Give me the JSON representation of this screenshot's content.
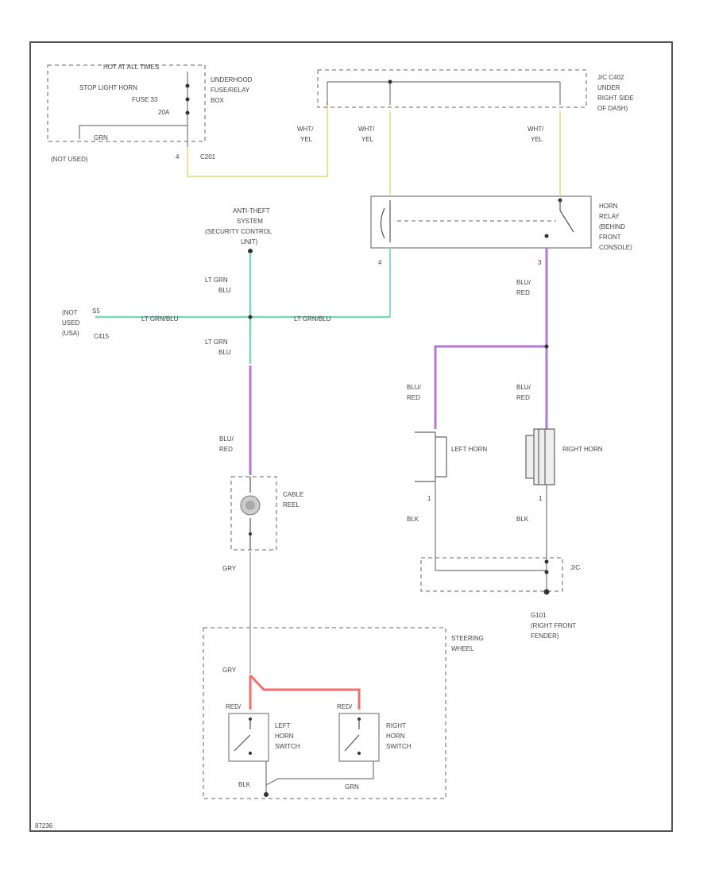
{
  "labels": {
    "hot_at_all_times": "HOT AT ALL TIMES",
    "stop_light_horn_1": "STOP LIGHT HORN",
    "stop_light_horn_2": "FUSE 33",
    "fuse_amp": "20A",
    "underhood_1": "UNDERHOOD",
    "underhood_2": "FUSE/RELAY",
    "underhood_3": "BOX",
    "grn_wire": "GRN",
    "not_used_top": "(NOT USED)",
    "c201": "C201",
    "jc_1": "J/C C402",
    "jc_2": "UNDER",
    "jc_3": "RIGHT SIDE",
    "jc_4": "OF DASH)",
    "wht_yel_1a": "WHT/",
    "wht_yel_1b": "YEL",
    "wht_yel_2a": "WHT/",
    "wht_yel_2b": "YEL",
    "wht_yel_3a": "WHT/",
    "wht_yel_3b": "YEL",
    "horn_relay_1": "HORN",
    "horn_relay_2": "RELAY",
    "horn_relay_3": "(BEHIND",
    "horn_relay_4": "FRONT",
    "horn_relay_5": "CONSOLE)",
    "anti_theft_1": "ANTI-THEFT",
    "anti_theft_2": "SYSTEM",
    "anti_theft_3": "(SECURITY CONTROL",
    "anti_theft_4": "UNIT)",
    "lt_grn_blu_a1": "LT GRN",
    "lt_grn_blu_a2": "BLU",
    "lt_grn_blu_b1": "LT GRN",
    "lt_grn_blu_b2": "BLU",
    "lt_grn_blu_h1": "LT GRN/BLU",
    "lt_grn_blu_h2": "LT GRN/BLU",
    "not_used_left_1": "(NOT",
    "not_used_left_2": "USED",
    "not_used_left_3": "(USA)",
    "c415": "C415",
    "term_s5": "S5",
    "relay_pin_4": "4",
    "relay_pin_3": "3",
    "blu_red_relay_1": "BLU/",
    "blu_red_relay_2": "RED",
    "blu_red_left_1": "BLU/",
    "blu_red_left_2": "RED",
    "blu_red_right_1": "BLU/",
    "blu_red_right_2": "RED",
    "left_horn": "LEFT HORN",
    "right_horn": "RIGHT HORN",
    "pin_1_left": "1",
    "pin_1_right": "1",
    "blk_left": "BLK",
    "blk_right": "BLK",
    "jc_small": "J/C",
    "g101_1": "G101",
    "g101_2": "(RIGHT FRONT",
    "g101_3": "FENDER)",
    "blu_red_cable_1": "BLU/",
    "blu_red_cable_2": "RED",
    "cable_reel_1": "CABLE",
    "cable_reel_2": "REEL",
    "gry_1": "GRY",
    "gry_2": "GRY",
    "steering_1": "STEERING",
    "steering_2": "WHEEL",
    "left_switch_1": "LEFT",
    "left_switch_2": "HORN",
    "left_switch_3": "SWITCH",
    "right_switch_1": "RIGHT",
    "right_switch_2": "HORN",
    "right_switch_3": "SWITCH",
    "red_1": "RED/",
    "red_2": "RED/",
    "blk_sw": "BLK",
    "grn_sw": "GRN",
    "page_ref": "87236"
  },
  "colors": {
    "frame": "#555555",
    "wire_yellow": "#e6e69a",
    "wire_green": "#7fd6b6",
    "wire_purple": "#b07ad6",
    "wire_red": "#f07070",
    "wire_gray": "#bbbbbb"
  }
}
